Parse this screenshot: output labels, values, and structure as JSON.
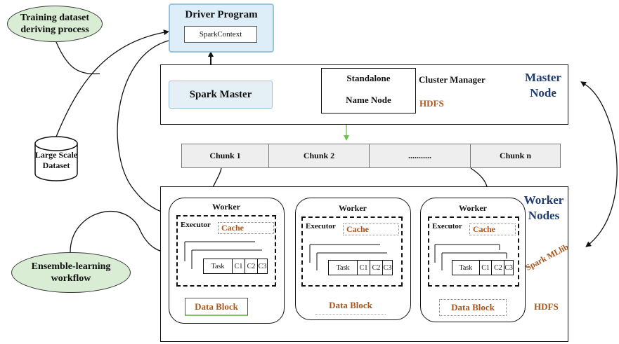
{
  "training": "Training dataset deriving process",
  "ensemble": "Ensemble-learning workflow",
  "dataset": "Large Scale Dataset",
  "driver": {
    "title": "Driver Program",
    "context": "SparkContext"
  },
  "master": {
    "spark_master": "Spark Master",
    "standalone": "Standalone",
    "name_node": "Name Node",
    "cluster_manager": "Cluster Manager",
    "hdfs": "HDFS",
    "title_line1": "Master",
    "title_line2": "Node"
  },
  "chunks": [
    "Chunk 1",
    "Chunk  2",
    "...........",
    "Chunk n"
  ],
  "workers": {
    "title_line1": "Worker",
    "title_line2": "Nodes",
    "items": [
      {
        "title": "Worker",
        "executor": "Executor",
        "cache": "Cache",
        "task": "Task",
        "cells": [
          "C1",
          "C2",
          "C3"
        ],
        "data_block": "Data Block"
      },
      {
        "title": "Worker",
        "executor": "Executor",
        "cache": "Cache",
        "task": "Task",
        "cells": [
          "C1",
          "C2",
          "C3"
        ],
        "data_block": "Data Block"
      },
      {
        "title": "Worker",
        "executor": "Executor",
        "cache": "Cache",
        "task": "Task",
        "cells": [
          "C1",
          "C2",
          "C3"
        ],
        "data_block": "Data Block"
      }
    ],
    "spark_mllib": "Spark MLlib",
    "hdfs": "HDFS"
  }
}
